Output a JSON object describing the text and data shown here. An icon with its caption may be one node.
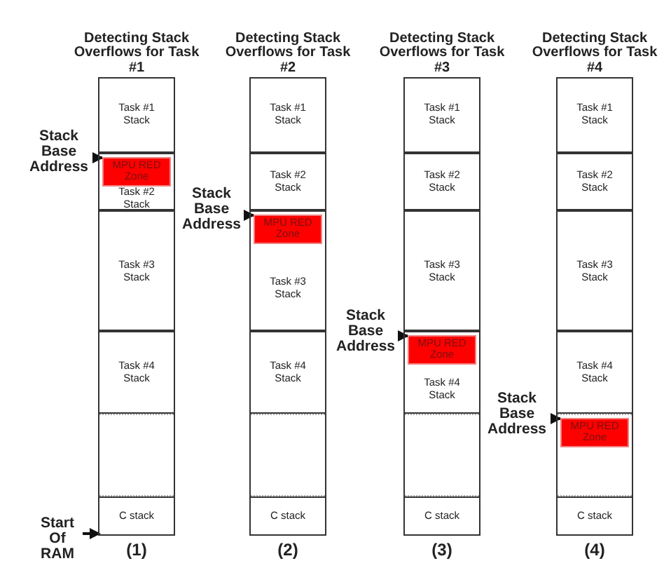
{
  "diagram": {
    "nodes": [
      {
        "text": [
          "Detecting Stack Overflows for Task #1"
        ],
        "beside": [
          "(1)"
        ]
      },
      {
        "text": [
          "Task #1 Stack"
        ],
        "in": 0
      },
      {
        "text": [
          "Task #2 Stack"
        ],
        "in": 0
      },
      {
        "text": [
          "MPU RED Zone"
        ],
        "in": 2
      },
      {
        "text": [
          "Task #3 Stack"
        ],
        "in": 0
      },
      {
        "text": [
          "Task #4 Stack"
        ],
        "in": 0
      },
      {
        "text": [],
        "shape": "box",
        "in": 0
      },
      {
        "text": [
          "C stack"
        ],
        "in": 0
      },
      {
        "text": [
          "Stack Base Address"
        ]
      },
      {
        "text": [
          "Detecting Stack Overflows for Task #2"
        ],
        "beside": [
          "(2)"
        ]
      },
      {
        "text": [
          "Task #1 Stack"
        ],
        "in": 9
      },
      {
        "text": [
          "Task #2 Stack"
        ],
        "in": 9
      },
      {
        "text": [
          "Task #3 Stack"
        ],
        "in": 9
      },
      {
        "text": [
          "MPU RED Zone"
        ],
        "in": 12
      },
      {
        "text": [
          "Task #4 Stack"
        ],
        "in": 9
      },
      {
        "text": [],
        "shape": "box",
        "in": 9
      },
      {
        "text": [
          "C stack"
        ],
        "in": 9
      },
      {
        "text": [
          "Stack Base Address"
        ]
      },
      {
        "text": [
          "Detecting Stack Overflows for Task #3"
        ],
        "beside": [
          "(3)"
        ]
      },
      {
        "text": [
          "Task #1 Stack"
        ],
        "in": 18
      },
      {
        "text": [
          "Task #2 Stack"
        ],
        "in": 18
      },
      {
        "text": [
          "Task #3 Stack"
        ],
        "in": 18
      },
      {
        "text": [
          "Task #4 Stack"
        ],
        "in": 18
      },
      {
        "text": [
          "MPU RED Zone"
        ],
        "in": 22
      },
      {
        "text": [],
        "shape": "box",
        "in": 18
      },
      {
        "text": [
          "C stack"
        ],
        "in": 18
      },
      {
        "text": [
          "Stack Base Address"
        ]
      },
      {
        "text": [
          "Detecting Stack Overflows for Task #4"
        ],
        "beside": [
          "(4)"
        ]
      },
      {
        "text": [
          "Task #1 Stack"
        ],
        "in": 27
      },
      {
        "text": [
          "Task #2 Stack"
        ],
        "in": 27
      },
      {
        "text": [
          "Task #3 Stack"
        ],
        "in": 27
      },
      {
        "text": [
          "Task #4 Stack"
        ],
        "in": 27
      },
      {
        "text": [],
        "shape": "box",
        "in": 27
      },
      {
        "text": [
          "MPU RED Zone"
        ],
        "in": 32
      },
      {
        "text": [
          "C stack"
        ],
        "in": 27
      },
      {
        "text": [
          "Stack Base Address"
        ]
      },
      {
        "text": [
          "Start Of RAM"
        ]
      }
    ],
    "edges": [
      {
        "from": 8,
        "to": 3,
        "arrow": "to"
      },
      {
        "from": 17,
        "to": 13,
        "arrow": "to"
      },
      {
        "from": 26,
        "to": 23,
        "arrow": "to"
      },
      {
        "from": 35,
        "to": 33,
        "arrow": "to"
      },
      {
        "from": 36,
        "to": 7,
        "arrow": "to"
      }
    ]
  }
}
